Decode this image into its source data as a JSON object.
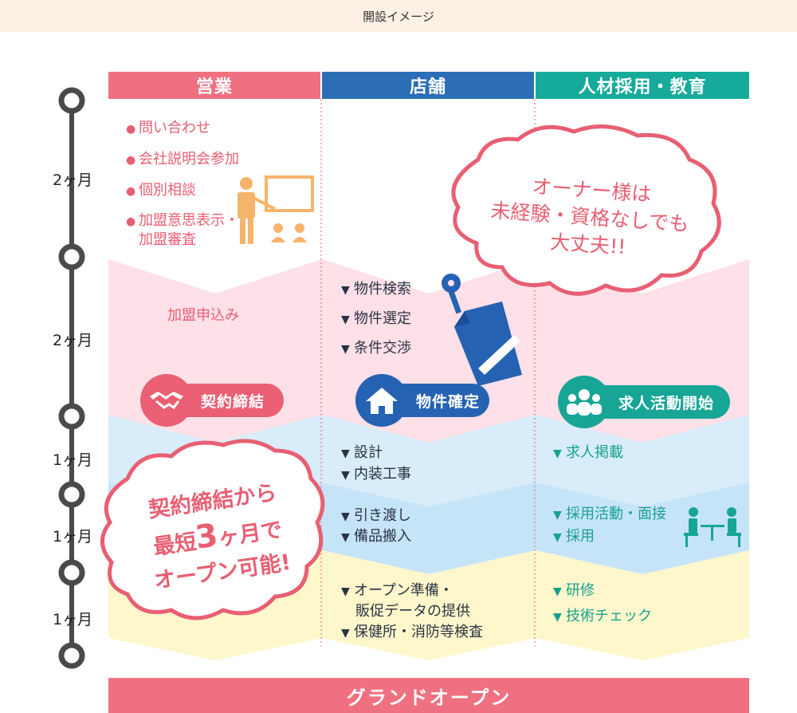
{
  "header": {
    "title": "開設イメージ"
  },
  "columns": {
    "sales": "営業",
    "store": "店舗",
    "hr": "人材採用・教育"
  },
  "timeline": [
    "2ヶ月",
    "2ヶ月",
    "1ヶ月",
    "1ヶ月",
    "1ヶ月"
  ],
  "sales": {
    "phase1": [
      "問い合わせ",
      "会社説明会参加",
      "個別相談",
      "加盟意思表示・",
      "加盟審査"
    ],
    "phase2": "加盟申込み",
    "milestone": "契約締結"
  },
  "store": {
    "phase2": [
      "物件検索",
      "物件選定",
      "条件交渉"
    ],
    "milestone": "物件確定",
    "phase3": [
      "設計",
      "内装工事"
    ],
    "phase4": [
      "引き渡し",
      "備品搬入"
    ],
    "phase5": [
      "オープン準備・",
      "販促データの提供",
      "保健所・消防等検査"
    ]
  },
  "hr": {
    "milestone": "求人活動開始",
    "phase3": [
      "求人掲載"
    ],
    "phase4": [
      "採用活動・面接",
      "採用"
    ],
    "phase5": [
      "研修",
      "技術チェック"
    ]
  },
  "bubble_owner": {
    "line1": "オーナー様は",
    "line2": "未経験・資格なしでも",
    "line3": "大丈夫!!"
  },
  "bubble_open": {
    "line1": "契約締結から",
    "line2a": "最短",
    "line2b": "3",
    "line2c": "ヶ月で",
    "line3": "オープン可能!"
  },
  "footer": {
    "label": "グランドオープン"
  },
  "colors": {
    "pink": "#ef7080",
    "blue": "#2b6eb6",
    "teal": "#16aa9a",
    "band_pink": "#fde0e8",
    "band_blue1": "#d8ecf9",
    "band_blue2": "#c6e4f8",
    "band_yellow": "#fff7cc"
  }
}
